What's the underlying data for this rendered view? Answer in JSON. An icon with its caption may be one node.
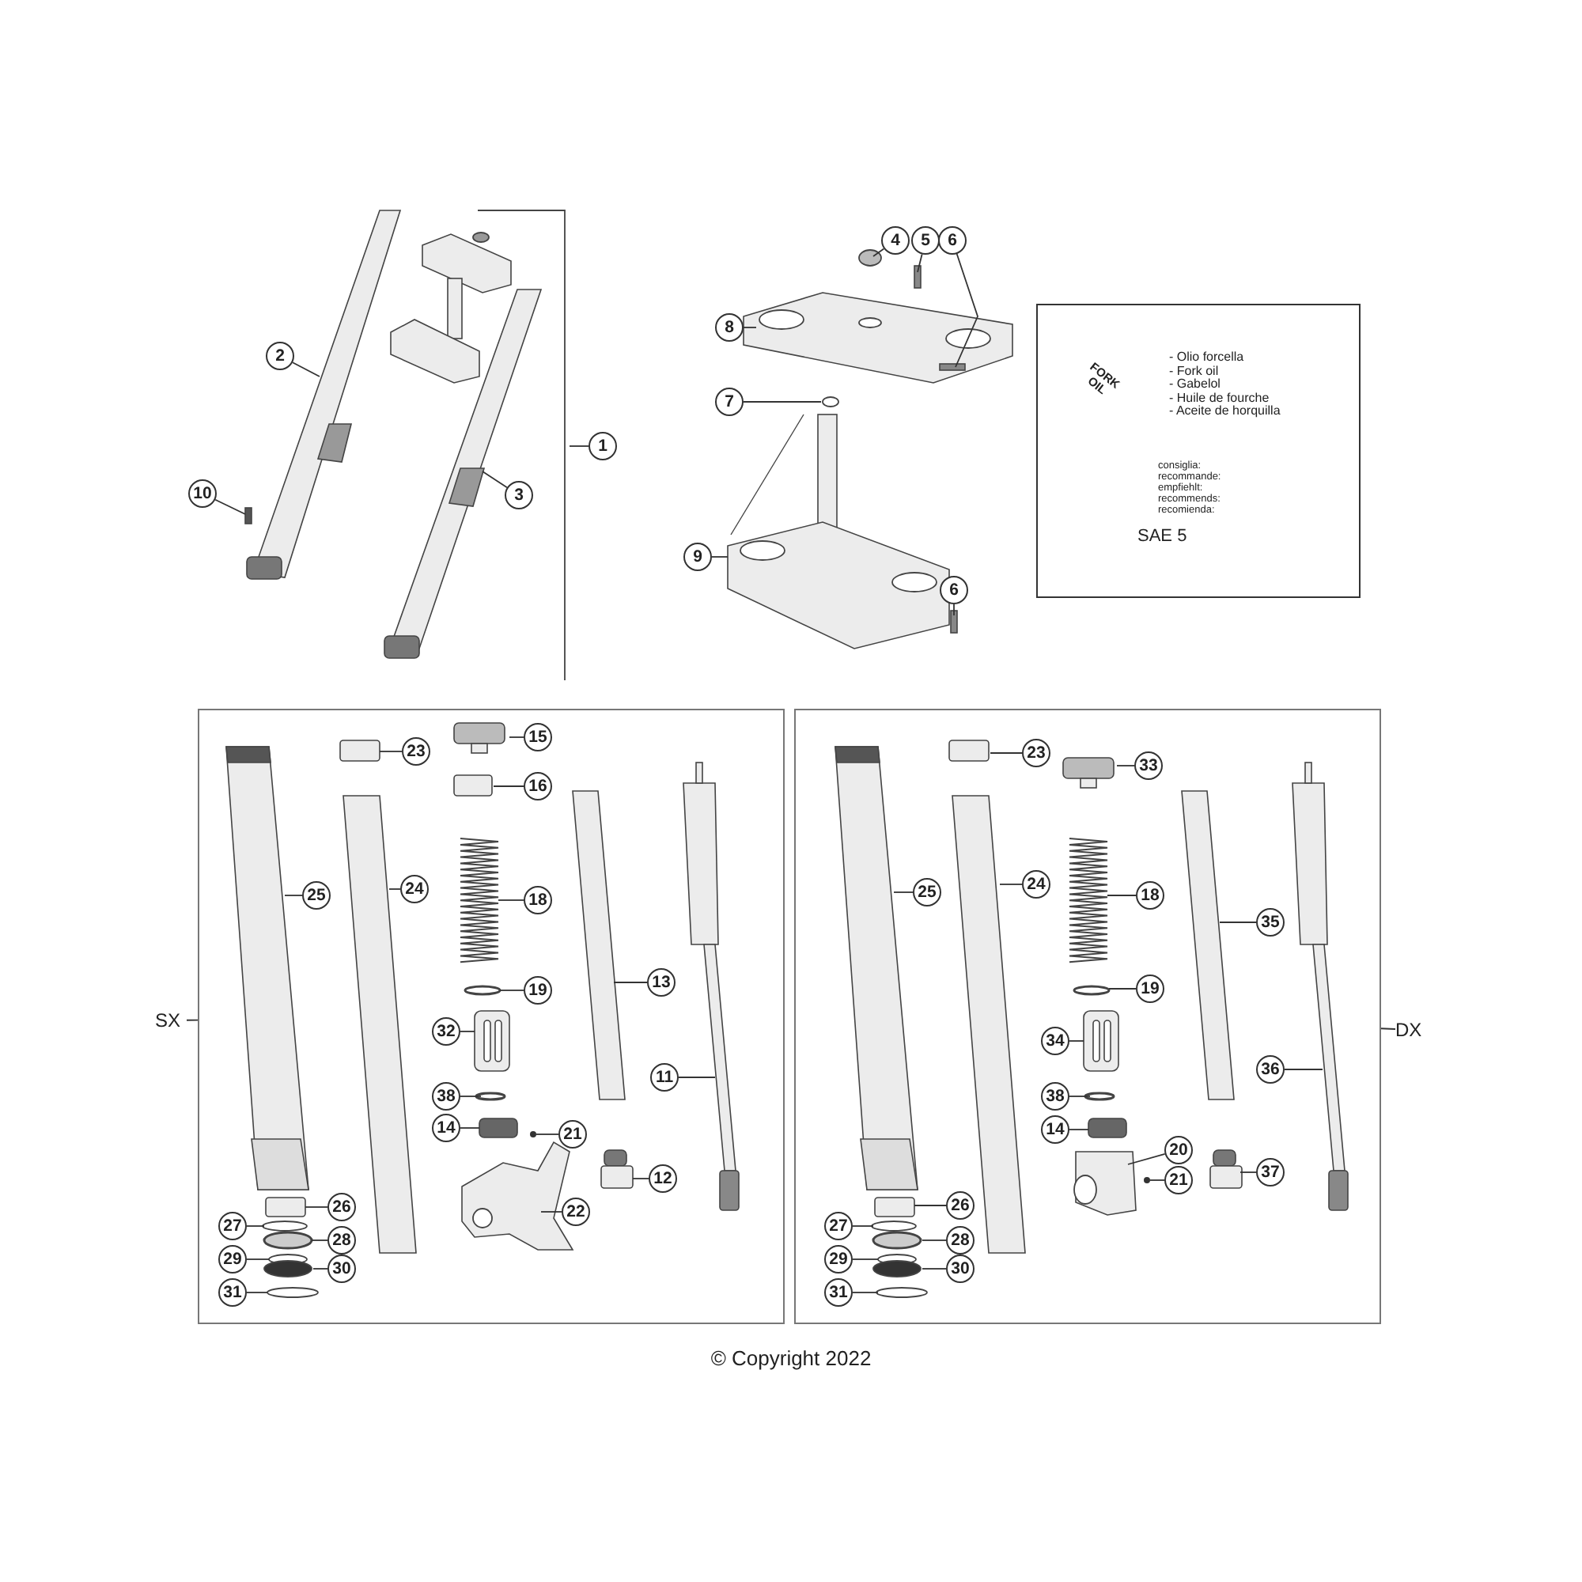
{
  "diagram": {
    "nodes": [
      {
        "text": [
          "4"
        ]
      },
      {
        "text": [
          "5"
        ]
      },
      {
        "text": [
          "6"
        ]
      },
      {
        "text": [
          "8"
        ]
      },
      {
        "text": [
          "7"
        ]
      },
      {
        "text": [
          "1"
        ]
      },
      {
        "text": [
          "2"
        ],
        "in": 57
      },
      {
        "text": [
          "3"
        ],
        "in": 57
      },
      {
        "text": [
          "10"
        ]
      },
      {
        "text": [
          "9"
        ]
      },
      {
        "text": [
          "6"
        ],
        "in": 58
      },
      {
        "text": [
          "- Olio forcella",
          "- Fork oil",
          "- Gabelol",
          "- Huile de fourche",
          "- Aceite de horquilla",
          "consiglia:",
          "recommande:",
          "empfiehlt:",
          "recommends:",
          "recomienda:",
          "SAE 5"
        ]
      },
      {
        "text": [
          "SX"
        ]
      },
      {
        "text": [],
        "shape": "box"
      },
      {
        "text": [],
        "shape": "box"
      },
      {
        "text": [
          "DX"
        ]
      },
      {
        "text": [
          "23"
        ],
        "in": 13
      },
      {
        "text": [
          "15"
        ],
        "in": 13
      },
      {
        "text": [
          "16"
        ],
        "in": 13
      },
      {
        "text": [
          "25"
        ],
        "in": 13
      },
      {
        "text": [
          "24"
        ],
        "in": 13
      },
      {
        "text": [
          "18"
        ],
        "in": 13
      },
      {
        "text": [
          "13"
        ],
        "in": 13
      },
      {
        "text": [
          "19"
        ],
        "in": 13
      },
      {
        "text": [
          "32"
        ],
        "in": 13
      },
      {
        "text": [
          "11"
        ],
        "in": 13
      },
      {
        "text": [
          "38"
        ],
        "in": 13
      },
      {
        "text": [
          "14"
        ],
        "in": 13
      },
      {
        "text": [
          "21"
        ],
        "in": 13
      },
      {
        "text": [
          "12"
        ],
        "in": 13
      },
      {
        "text": [
          "22"
        ],
        "in": 13
      },
      {
        "text": [
          "26"
        ],
        "in": 13
      },
      {
        "text": [
          "27"
        ],
        "in": 13
      },
      {
        "text": [
          "28"
        ],
        "in": 13
      },
      {
        "text": [
          "29"
        ],
        "in": 13
      },
      {
        "text": [
          "30"
        ],
        "in": 13
      },
      {
        "text": [
          "31"
        ],
        "in": 13
      },
      {
        "text": [
          "23"
        ],
        "in": 14
      },
      {
        "text": [
          "33"
        ],
        "in": 14
      },
      {
        "text": [
          "25"
        ],
        "in": 14
      },
      {
        "text": [
          "24"
        ],
        "in": 14
      },
      {
        "text": [
          "18"
        ],
        "in": 14
      },
      {
        "text": [
          "35"
        ],
        "in": 14
      },
      {
        "text": [
          "19"
        ],
        "in": 14
      },
      {
        "text": [
          "34"
        ],
        "in": 14
      },
      {
        "text": [
          "36"
        ],
        "in": 14
      },
      {
        "text": [
          "38"
        ],
        "in": 14
      },
      {
        "text": [
          "14"
        ],
        "in": 14
      },
      {
        "text": [
          "20"
        ],
        "in": 14
      },
      {
        "text": [
          "21"
        ],
        "in": 14
      },
      {
        "text": [
          "37"
        ],
        "in": 14
      },
      {
        "text": [
          "26"
        ],
        "in": 14
      },
      {
        "text": [
          "27"
        ],
        "in": 14
      },
      {
        "text": [
          "28"
        ],
        "in": 14
      },
      {
        "text": [
          "29"
        ],
        "in": 14
      },
      {
        "text": [
          "30"
        ],
        "in": 14
      },
      {
        "text": [
          "31"
        ],
        "in": 14
      },
      {
        "text": [],
        "shape": "picture"
      },
      {
        "text": [],
        "shape": "picture"
      },
      {
        "text": [],
        "shape": "circle",
        "in": 13
      },
      {
        "text": [],
        "shape": "circle",
        "in": 14
      }
    ],
    "edges": [
      {
        "from": 0,
        "to": 58,
        "arrow": "none"
      },
      {
        "from": 1,
        "to": 58,
        "arrow": "none"
      },
      {
        "from": 2,
        "to": 58,
        "arrow": "none"
      },
      {
        "from": 3,
        "to": 58,
        "arrow": "none"
      },
      {
        "from": 4,
        "to": 58,
        "arrow": "none"
      },
      {
        "from": 5,
        "to": 57,
        "arrow": "none"
      },
      {
        "from": 6,
        "to": 57,
        "arrow": "none"
      },
      {
        "from": 7,
        "to": 57,
        "arrow": "none"
      },
      {
        "from": 8,
        "to": 57,
        "arrow": "none"
      },
      {
        "from": 9,
        "to": 58,
        "arrow": "none"
      },
      {
        "from": 10,
        "to": 58,
        "arrow": "none"
      },
      {
        "from": 12,
        "to": 13,
        "arrow": "none"
      },
      {
        "from": 14,
        "to": 15,
        "arrow": "none"
      },
      {
        "from": 16,
        "to": null,
        "arrow": "none"
      },
      {
        "from": 17,
        "to": null,
        "arrow": "none"
      },
      {
        "from": 18,
        "to": null,
        "arrow": "none"
      },
      {
        "from": 19,
        "to": null,
        "arrow": "none"
      },
      {
        "from": 20,
        "to": null,
        "arrow": "none"
      },
      {
        "from": 21,
        "to": null,
        "arrow": "none"
      },
      {
        "from": 22,
        "to": null,
        "arrow": "none"
      },
      {
        "from": 23,
        "to": null,
        "arrow": "none"
      },
      {
        "from": 24,
        "to": null,
        "arrow": "none"
      },
      {
        "from": 25,
        "to": null,
        "arrow": "none"
      },
      {
        "from": 26,
        "to": null,
        "arrow": "none"
      },
      {
        "from": 27,
        "to": null,
        "arrow": "none"
      },
      {
        "from": 28,
        "to": 59,
        "arrow": "none"
      },
      {
        "from": 29,
        "to": null,
        "arrow": "none"
      },
      {
        "from": 30,
        "to": null,
        "arrow": "none"
      },
      {
        "from": 31,
        "to": null,
        "arrow": "none"
      },
      {
        "from": 32,
        "to": null,
        "arrow": "none"
      },
      {
        "from": 33,
        "to": null,
        "arrow": "none"
      },
      {
        "from": 34,
        "to": null,
        "arrow": "none"
      },
      {
        "from": 35,
        "to": null,
        "arrow": "none"
      },
      {
        "from": 36,
        "to": null,
        "arrow": "none"
      },
      {
        "from": 37,
        "to": null,
        "arrow": "none"
      },
      {
        "from": 38,
        "to": null,
        "arrow": "none"
      },
      {
        "from": 39,
        "to": null,
        "arrow": "none"
      },
      {
        "from": 40,
        "to": null,
        "arrow": "none"
      },
      {
        "from": 41,
        "to": null,
        "arrow": "none"
      },
      {
        "from": 42,
        "to": null,
        "arrow": "none"
      },
      {
        "from": 43,
        "to": null,
        "arrow": "none"
      },
      {
        "from": 44,
        "to": null,
        "arrow": "none"
      },
      {
        "from": 45,
        "to": null,
        "arrow": "none"
      },
      {
        "from": 46,
        "to": null,
        "arrow": "none"
      },
      {
        "from": 47,
        "to": null,
        "arrow": "none"
      },
      {
        "from": 48,
        "to": null,
        "arrow": "none"
      },
      {
        "from": 49,
        "to": 60,
        "arrow": "none"
      },
      {
        "from": 50,
        "to": null,
        "arrow": "none"
      },
      {
        "from": 51,
        "to": null,
        "arrow": "none"
      },
      {
        "from": 52,
        "to": null,
        "arrow": "none"
      },
      {
        "from": 53,
        "to": null,
        "arrow": "none"
      },
      {
        "from": 54,
        "to": null,
        "arrow": "none"
      },
      {
        "from": 55,
        "to": null,
        "arrow": "none"
      },
      {
        "from": 56,
        "to": null,
        "arrow": "none"
      }
    ],
    "labels": [
      "FORK OIL",
      "© Copyright 2022"
    ]
  }
}
